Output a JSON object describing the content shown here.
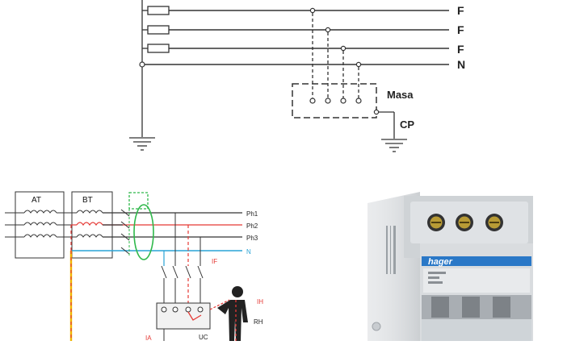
{
  "top_diagram": {
    "line_labels": [
      "F",
      "F",
      "F",
      "N"
    ],
    "mass_label": "Masa",
    "protective_conductor_label": "CP"
  },
  "bottom_diagram": {
    "transformer_labels": [
      "AT",
      "BT"
    ],
    "line_labels": [
      "Ph1",
      "Ph2",
      "Ph3",
      "N"
    ],
    "fault_current_label": "IF",
    "human_current_label": "IH",
    "human_resistance_label": "RH",
    "equipment_label": "UC",
    "ground_current_label": "IA"
  },
  "breaker_photo": {
    "brand": "hager",
    "colors": {
      "body": "#d9dcdf",
      "label_band": "#2a78c7",
      "toggle": "#7d8287"
    }
  },
  "colors": {
    "fault_path": "#e53935",
    "neutral_line": "#29a3d6",
    "differential_sensor": "#2eb84a",
    "earth_wire": "#f0b400"
  }
}
